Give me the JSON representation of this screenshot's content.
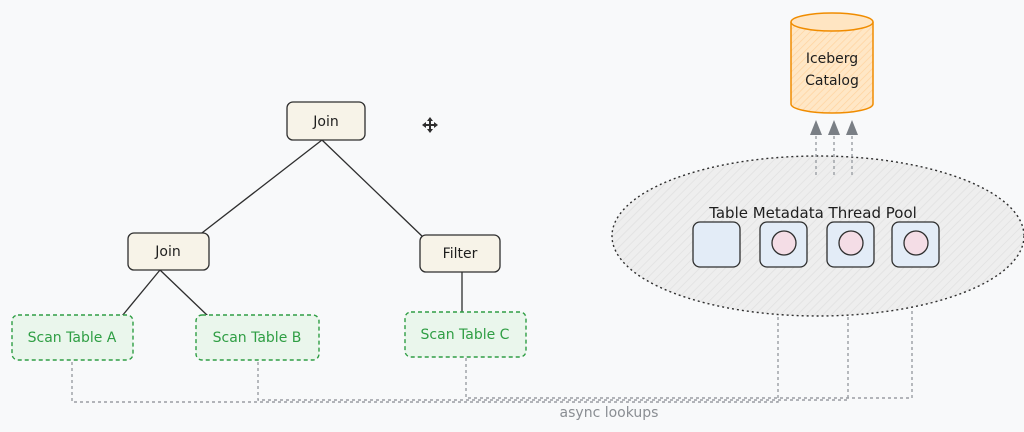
{
  "tree": {
    "root": "Join",
    "left_join": "Join",
    "filter": "Filter",
    "scan_a": "Scan Table A",
    "scan_b": "Scan Table B",
    "scan_c": "Scan Table C"
  },
  "pool": {
    "title": "Table Metadata Thread Pool",
    "slots": [
      {
        "state": "idle"
      },
      {
        "state": "busy"
      },
      {
        "state": "busy"
      },
      {
        "state": "busy"
      }
    ]
  },
  "catalog": {
    "line1": "Iceberg",
    "line2": "Catalog"
  },
  "edge_label": "async lookups",
  "colors": {
    "node_fill": "#f7f3e8",
    "node_stroke": "#2e2e2e",
    "scan_green": "#2f9e44",
    "scan_fill": "#eaf6ec",
    "catalog_orange": "#f08c00",
    "catalog_fill": "#ffe5c2",
    "pool_fill": "#ececec",
    "slot_idle": "#e3ecf7",
    "slot_busy": "#f4dde6",
    "arrow_gray": "#7a7f85",
    "dotted_gray": "#9a9ea3"
  }
}
